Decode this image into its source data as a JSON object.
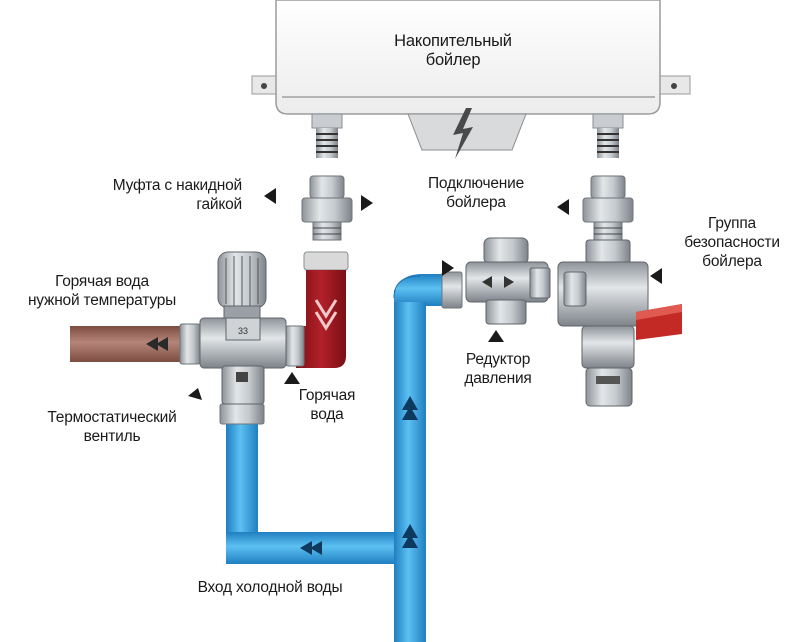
{
  "labels": {
    "boiler": "Накопительный\nбойлер",
    "coupling": "Муфта с накидной\nгайкой",
    "connection": "Подключение\nбойлера",
    "safety_group": "Группа\nбезопасности\nбойлера",
    "hot_water_temp": "Горячая вода\nнужной температуры",
    "pressure_reducer": "Редуктор\nдавления",
    "hot_water": "Горячая\nвода",
    "thermostatic_valve": "Термостатический\nвентиль",
    "cold_water_inlet": "Вход холодной воды"
  },
  "colors": {
    "cold_pipe": "#3aa4e0",
    "cold_pipe_edge": "#1d6fa8",
    "hot_pipe": "#a0151c",
    "mixed_pipe": "#9b6a5c",
    "fitting": "#b9bec3",
    "safety_lever": "#c42a25",
    "boiler_body": "#f4f4f4"
  },
  "icons": {
    "boiler_power": "lightning-icon",
    "pointer": "triangle-pointer-icon",
    "flow": "flow-chevron-icon"
  }
}
